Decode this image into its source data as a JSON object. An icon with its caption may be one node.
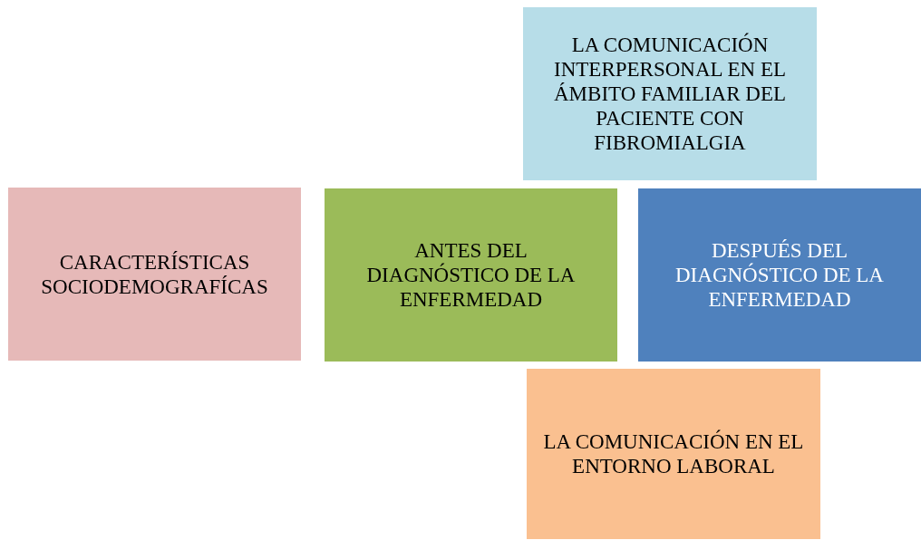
{
  "diagram": {
    "nodes": [
      {
        "text": [
          "LA COMUNICACIÓN INTERPERSONAL EN EL ÁMBITO FAMILIAR DEL PACIENTE CON FIBROMIALGIA"
        ]
      },
      {
        "text": [
          "CARACTERÍSTICAS SOCIODEMOGRAFÍCAS"
        ]
      },
      {
        "text": [
          "ANTES DEL DIAGNÓSTICO DE LA ENFERMEDAD"
        ]
      },
      {
        "text": [
          "DESPUÉS DEL DIAGNÓSTICO DE LA ENFERMEDAD"
        ]
      },
      {
        "text": [
          "LA COMUNICACIÓN EN EL ENTORNO LABORAL"
        ]
      }
    ]
  }
}
